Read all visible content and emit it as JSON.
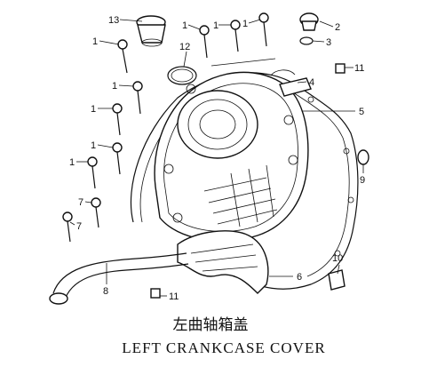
{
  "diagram": {
    "title_cn": "左曲轴箱盖",
    "title_en": "LEFT CRANKCASE COVER",
    "callouts": [
      {
        "id": "c13",
        "text": "13"
      },
      {
        "id": "c1a",
        "text": "1"
      },
      {
        "id": "c1b",
        "text": "1"
      },
      {
        "id": "c1c",
        "text": "1"
      },
      {
        "id": "c2",
        "text": "2"
      },
      {
        "id": "c3",
        "text": "3"
      },
      {
        "id": "c12",
        "text": "12"
      },
      {
        "id": "c1d",
        "text": "1"
      },
      {
        "id": "c11a",
        "text": "11"
      },
      {
        "id": "c4",
        "text": "4"
      },
      {
        "id": "c1e",
        "text": "1"
      },
      {
        "id": "c1f",
        "text": "1"
      },
      {
        "id": "c5",
        "text": "5"
      },
      {
        "id": "c1g",
        "text": "1"
      },
      {
        "id": "c9",
        "text": "9"
      },
      {
        "id": "c1h",
        "text": "1"
      },
      {
        "id": "c7a",
        "text": "7"
      },
      {
        "id": "c7b",
        "text": "7"
      },
      {
        "id": "c10",
        "text": "10"
      },
      {
        "id": "c6",
        "text": "6"
      },
      {
        "id": "c8",
        "text": "8"
      },
      {
        "id": "c11b",
        "text": "11"
      }
    ]
  }
}
